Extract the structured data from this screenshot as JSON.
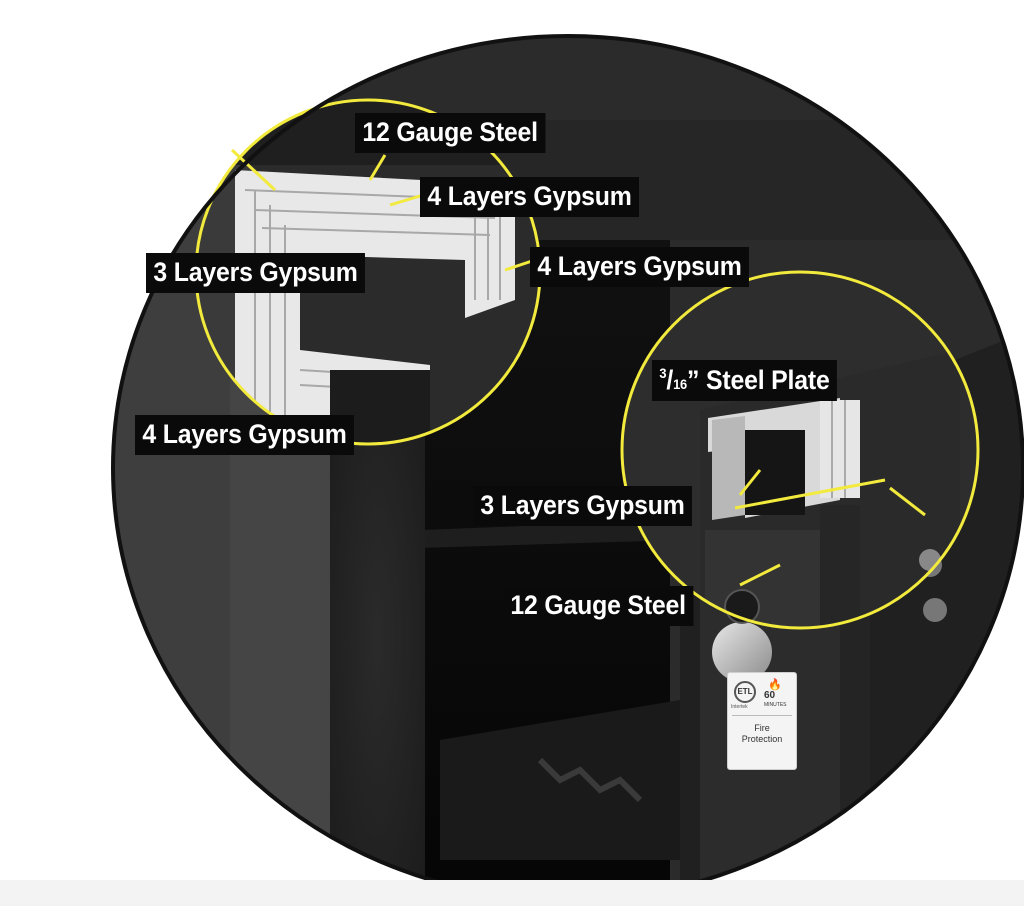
{
  "callouts": {
    "top_steel": "12 Gauge Steel",
    "top_gypsum_right_upper": "4 Layers Gypsum",
    "top_gypsum_left": "3 Layers Gypsum",
    "top_gypsum_right_lower": "4 Layers Gypsum",
    "bottom_gypsum_left": "4 Layers Gypsum",
    "plate_fraction_num": "3",
    "plate_fraction_den": "16",
    "plate_suffix": "” Steel Plate",
    "door_gypsum": "3 Layers Gypsum",
    "door_steel": "12 Gauge Steel"
  },
  "badge": {
    "logo": "ETL",
    "certifier": "Intertek",
    "minutes": "60",
    "minutes_unit": "MINUTES",
    "line1": "Fire",
    "line2": "Protection"
  },
  "colors": {
    "callout_ring": "#f2ea3c",
    "label_bg": "#0a0a0a",
    "label_text": "#ffffff",
    "safe_body": "#2a2a2a",
    "insulation": "#e8e8e8"
  },
  "icons": {
    "fire_badge_flame": "flame-icon"
  }
}
